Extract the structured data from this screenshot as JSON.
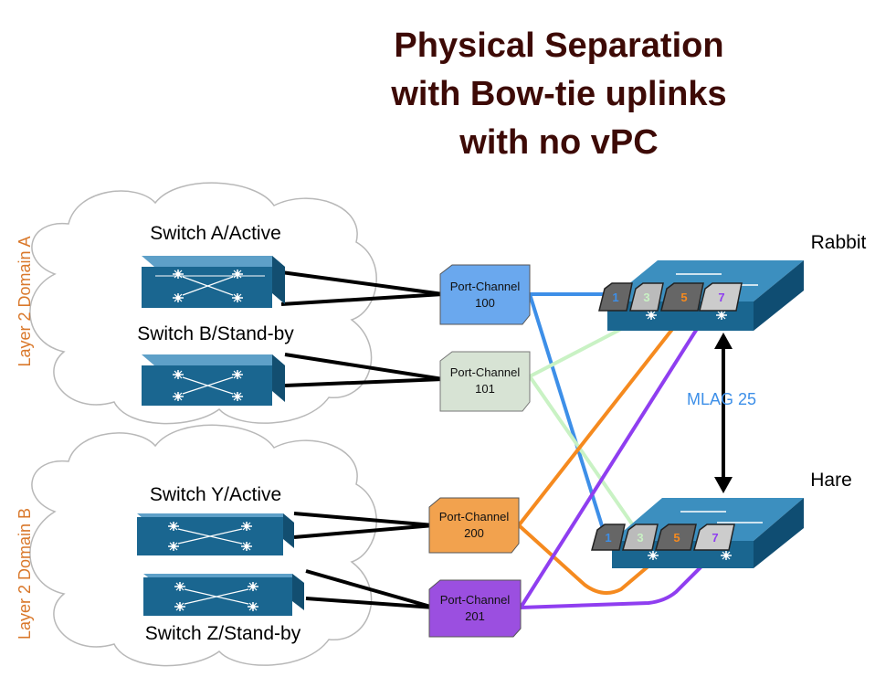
{
  "title": {
    "lines": [
      "Physical Separation",
      "with Bow-tie uplinks",
      "with no vPC"
    ]
  },
  "domains": [
    {
      "label": "Layer 2 Domain A"
    },
    {
      "label": "Layer 2 Domain B"
    }
  ],
  "switches": [
    {
      "label": "Switch A/Active"
    },
    {
      "label": "Switch B/Stand-by"
    },
    {
      "label": "Switch Y/Active"
    },
    {
      "label": "Switch Z/Stand-by"
    }
  ],
  "port_channels": [
    {
      "line1": "Port-Channel",
      "line2": "100",
      "color": "#6aa8ee"
    },
    {
      "line1": "Port-Channel",
      "line2": "101",
      "color": "#d7e3d4"
    },
    {
      "line1": "Port-Channel",
      "line2": "200",
      "color": "#f2a24e"
    },
    {
      "line1": "Port-Channel",
      "line2": "201",
      "color": "#9b4fe0"
    }
  ],
  "core_switches": [
    {
      "label": "Rabbit",
      "ports": [
        "1",
        "3",
        "5",
        "7"
      ]
    },
    {
      "label": "Hare",
      "ports": [
        "1",
        "3",
        "5",
        "7"
      ]
    }
  ],
  "mlag": {
    "label": "MLAG 25"
  },
  "colors": {
    "title": "#3d0a06",
    "switch_blue": "#1a6690",
    "link_blue": "#3d8fe8",
    "link_green": "#c9f2c4",
    "link_orange": "#f58a1f",
    "link_purple": "#8f3ef0",
    "domain_text": "#d9782b"
  }
}
